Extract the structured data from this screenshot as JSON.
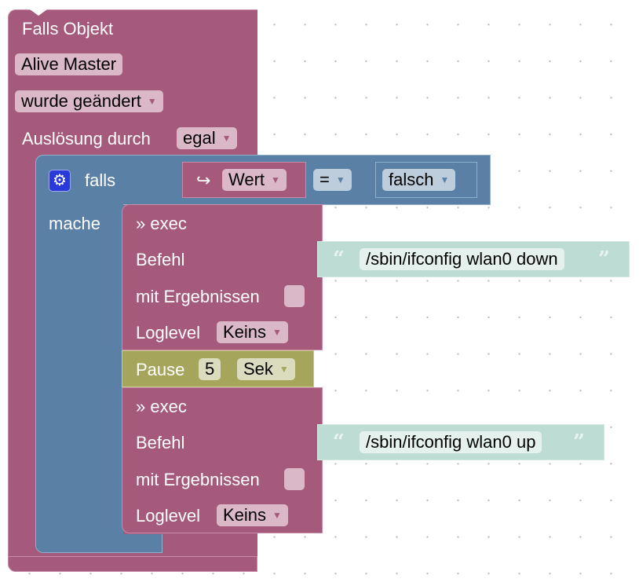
{
  "trigger_block": {
    "title": "Falls Objekt",
    "object_name": "Alive Master",
    "condition": "wurde geändert",
    "trigger_label": "Auslösung durch",
    "trigger_value": "egal"
  },
  "if_block": {
    "icon": "gear-icon",
    "if_label": "falls",
    "do_label": "mache",
    "compare": {
      "left_icon": "return-arrow-icon",
      "left_value": "Wert",
      "operator": "=",
      "right_value": "falsch"
    }
  },
  "exec_blocks": [
    {
      "title": "» exec",
      "command_label": "Befehl",
      "command_value": "/sbin/ifconfig wlan0 down",
      "results_label": "mit Ergebnissen",
      "results_checked": false,
      "loglevel_label": "Loglevel",
      "loglevel_value": "Keins"
    },
    {
      "title": "» exec",
      "command_label": "Befehl",
      "command_value": "/sbin/ifconfig wlan0 up",
      "results_label": "mit Ergebnissen",
      "results_checked": false,
      "loglevel_label": "Loglevel",
      "loglevel_value": "Keins"
    }
  ],
  "pause_block": {
    "label": "Pause",
    "value": "5",
    "unit": "Sek"
  },
  "glyphs": {
    "open_quote": "“",
    "close_quote": "”",
    "dropdown_arrow": "▼",
    "return_arrow": "↪",
    "gear": "⚙"
  },
  "colors": {
    "event_block": "#a5597b",
    "logic_block": "#5a80a5",
    "timer_block": "#a5a55b",
    "text_block": "#bddcd3",
    "mutator_icon": "#2a39d9"
  }
}
